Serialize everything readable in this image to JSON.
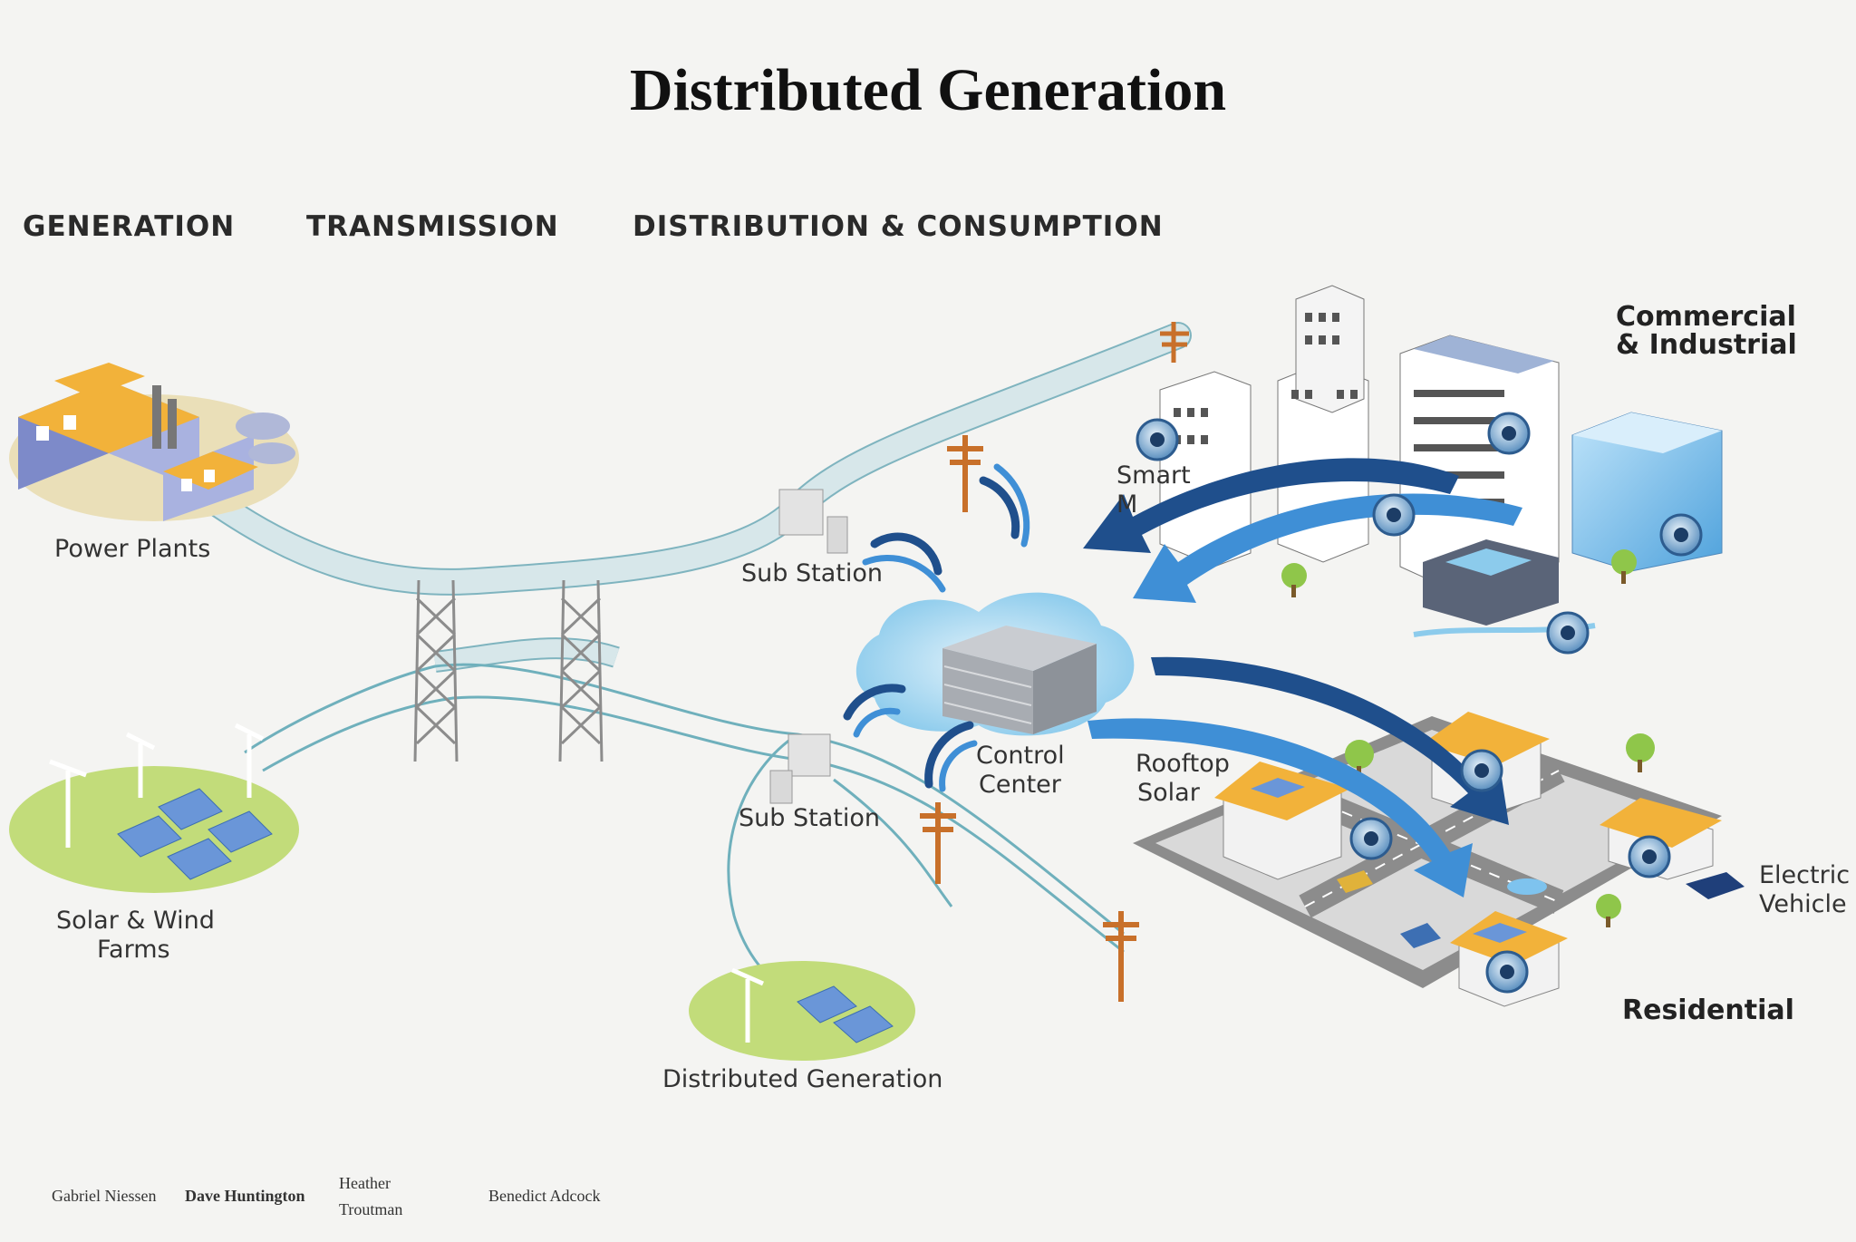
{
  "title": "Distributed Generation",
  "sections": {
    "generation": "GENERATION",
    "transmission": "TRANSMISSION",
    "distribution": "DISTRIBUTION & CONSUMPTION"
  },
  "labels": {
    "power_plants": "Power Plants",
    "solar_wind_1": "Solar & Wind",
    "solar_wind_2": "Farms",
    "sub_station_top": "Sub Station",
    "sub_station_bottom": "Sub Station",
    "distributed_generation": "Distributed  Generation",
    "control_center_1": "Control",
    "control_center_2": "Center",
    "rooftop_solar_1": "Rooftop",
    "rooftop_solar_2": "Solar",
    "smart_meter_1": "Smart",
    "smart_meter_2": "M",
    "commercial_1": "Commercial",
    "commercial_2": "& Industrial",
    "residential": "Residential",
    "electric_vehicle_1": "Electric",
    "electric_vehicle_2": "Vehicle"
  },
  "credits": {
    "name1": "Gabriel Niessen",
    "name2": "Dave Huntington",
    "name3a": "Heather",
    "name3b": "Troutman",
    "name4": "Benedict Adcock"
  },
  "colors": {
    "cable": "#b8dde4",
    "cable_edge": "#7fb4bf",
    "arrow_dark": "#1f4f8c",
    "arrow_light": "#3f8fd6",
    "building_roof": "#f2b23a",
    "grass": "#b7d96a",
    "pole": "#c8702a",
    "glass": "#7ec3ee"
  }
}
